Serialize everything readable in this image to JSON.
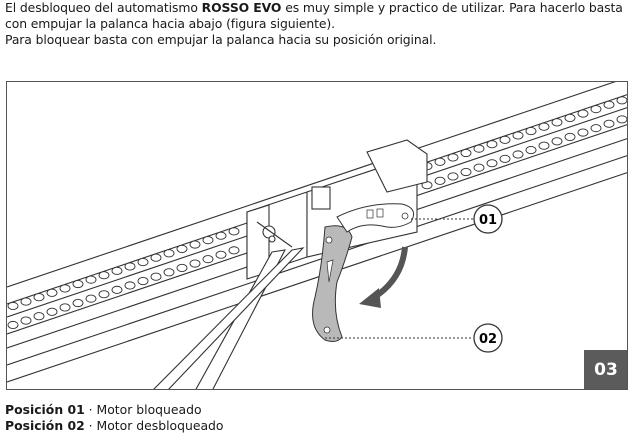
{
  "intro": {
    "line1_pre": "El desbloqueo del automatismo ",
    "line1_product": "ROSSO EVO",
    "line1_post": " es muy simple y practico de utilizar. Para hacerlo basta con empujar la palanca hacia abajo (figura siguiente).",
    "line2": "Para bloquear basta con empujar la palanca hacia su posición original."
  },
  "figure": {
    "number": "03",
    "callouts": [
      {
        "label": "01"
      },
      {
        "label": "02"
      }
    ]
  },
  "legend": [
    {
      "term": "Posición 01",
      "separator": " · ",
      "desc": "Motor bloqueado"
    },
    {
      "term": "Posición 02",
      "separator": " · ",
      "desc": "Motor desbloqueado"
    }
  ],
  "colors": {
    "line": "#333333",
    "lever": "#b9b9b9",
    "badge": "#5b5b5b"
  }
}
